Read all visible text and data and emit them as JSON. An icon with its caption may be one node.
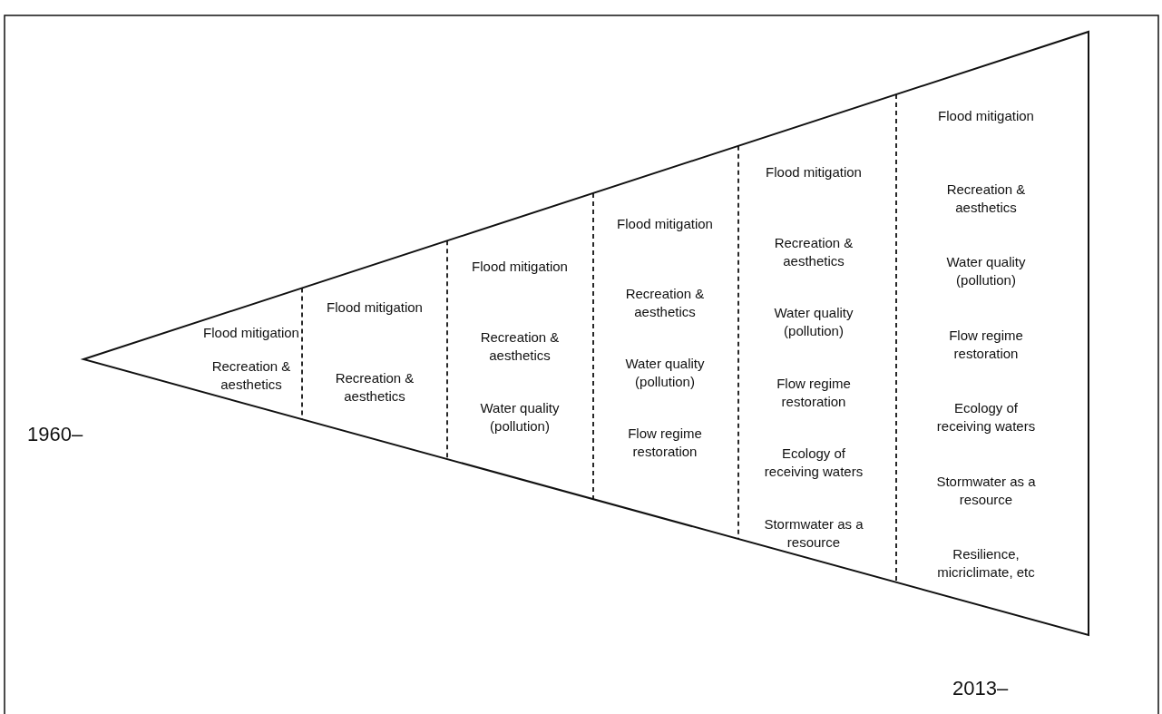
{
  "diagram": {
    "nodes": [
      {
        "text": [],
        "shape": "triangle"
      },
      {
        "text": [
          "Flood mitigation",
          "Recreation & aesthetics"
        ],
        "in": 0
      },
      {
        "text": [
          "Flood mitigation",
          "Recreation & aesthetics"
        ],
        "in": 0
      },
      {
        "text": [
          "Flood mitigation",
          "Recreation & aesthetics",
          "Water quality (pollution)"
        ],
        "in": 0
      },
      {
        "text": [
          "Flood mitigation",
          "Recreation & aesthetics",
          "Water quality (pollution)",
          "Flow regime restoration"
        ],
        "in": 0
      },
      {
        "text": [
          "Flood mitigation",
          "Recreation & aesthetics",
          "Water quality (pollution)",
          "Flow regime restoration",
          "Ecology of receiving waters",
          "Stormwater as a resource"
        ],
        "in": 0
      },
      {
        "text": [
          "Flood mitigation",
          "Recreation & aesthetics",
          "Water quality (pollution)",
          "Flow regime restoration",
          "Ecology of receiving waters",
          "Stormwater as a resource",
          "Resilience, micriclimate, etc"
        ],
        "in": 0
      }
    ],
    "edges": [],
    "labels": [
      "1960–",
      "2013–"
    ]
  }
}
